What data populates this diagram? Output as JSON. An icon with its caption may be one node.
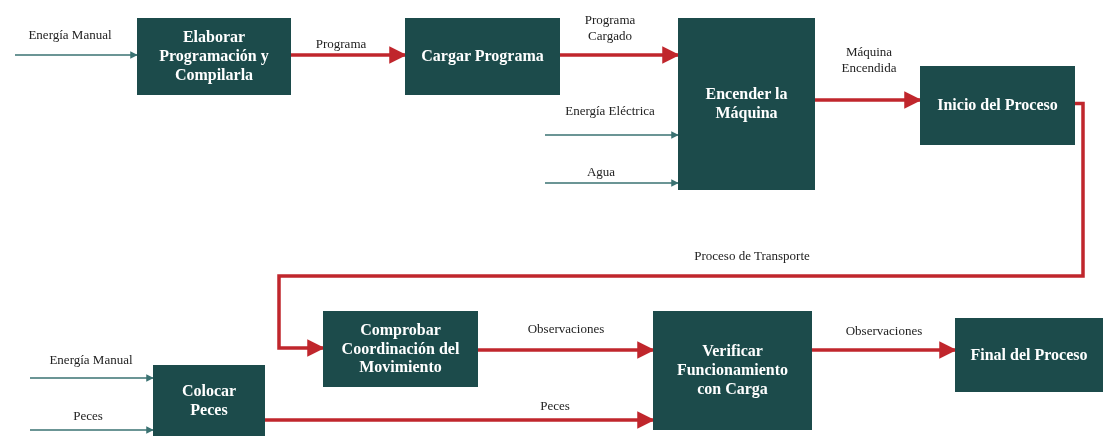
{
  "diagram": {
    "nodes": [
      {
        "text": [
          "Elaborar Programación y Compilarla"
        ]
      },
      {
        "text": [
          "Cargar Programa"
        ]
      },
      {
        "text": [
          "Encender la Máquina"
        ]
      },
      {
        "text": [
          "Inicio del Proceso"
        ]
      },
      {
        "text": [
          "Comprobar Coordinación del Movimiento"
        ]
      },
      {
        "text": [
          "Verificar Funcionamiento con Carga"
        ]
      },
      {
        "text": [
          "Final del Proceso"
        ]
      },
      {
        "text": [
          "Colocar Peces"
        ]
      }
    ],
    "edges": [
      {
        "from": null,
        "to": 0,
        "arrow": "to",
        "label": "Energía Manual",
        "color": "#3a7272"
      },
      {
        "from": 0,
        "to": 1,
        "arrow": "to",
        "label": "Programa"
      },
      {
        "from": 1,
        "to": 2,
        "arrow": "to",
        "label": "Programa Cargado"
      },
      {
        "from": null,
        "to": 2,
        "arrow": "to",
        "label": "Energía Eléctrica",
        "color": "#3a7272"
      },
      {
        "from": null,
        "to": 2,
        "arrow": "to",
        "label": "Agua",
        "color": "#3a7272"
      },
      {
        "from": 2,
        "to": 3,
        "arrow": "to",
        "label": "Máquina Encendida"
      },
      {
        "from": 3,
        "to": 4,
        "arrow": "to",
        "label": "Proceso de Transporte"
      },
      {
        "from": 4,
        "to": 5,
        "arrow": "to",
        "label": "Observaciones"
      },
      {
        "from": 5,
        "to": 6,
        "arrow": "to",
        "label": "Observaciones"
      },
      {
        "from": null,
        "to": 7,
        "arrow": "to",
        "label": "Energía Manual",
        "color": "#3a7272"
      },
      {
        "from": null,
        "to": 7,
        "arrow": "to",
        "label": "Peces",
        "color": "#3a7272"
      },
      {
        "from": 7,
        "to": 5,
        "arrow": "to",
        "label": "Peces"
      }
    ]
  }
}
